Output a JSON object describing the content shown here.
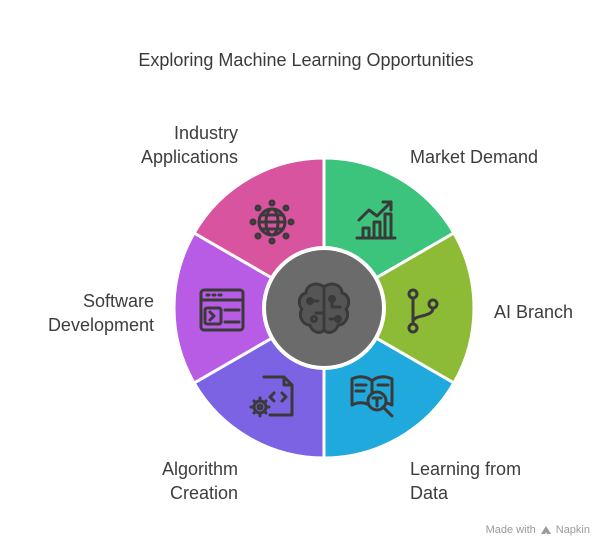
{
  "title": "Exploring Machine Learning Opportunities",
  "segments": [
    {
      "label_lines": [
        "Market Demand"
      ],
      "color": "#3cc47c",
      "icon": "growth-chart-icon"
    },
    {
      "label_lines": [
        "AI Branch"
      ],
      "color": "#8dbb35",
      "icon": "git-branch-icon"
    },
    {
      "label_lines": [
        "Learning from",
        "Data"
      ],
      "color": "#1fa9dc",
      "icon": "book-search-icon"
    },
    {
      "label_lines": [
        "Algorithm",
        "Creation"
      ],
      "color": "#7b63e3",
      "icon": "code-file-gear-icon"
    },
    {
      "label_lines": [
        "Software",
        "Development"
      ],
      "color": "#b85be5",
      "icon": "terminal-window-icon"
    },
    {
      "label_lines": [
        "Industry",
        "Applications"
      ],
      "color": "#d9549f",
      "icon": "globe-network-icon"
    }
  ],
  "center": {
    "color": "#6b6b6b",
    "icon": "brain-circuit-icon"
  },
  "watermark": {
    "prefix": "Made with",
    "brand": "Napkin"
  }
}
